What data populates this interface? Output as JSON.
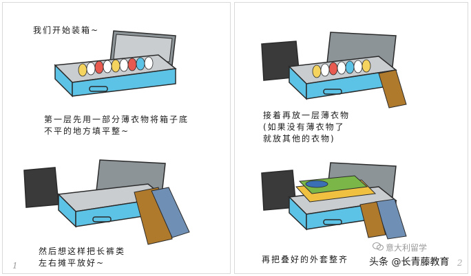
{
  "steps": [
    {
      "caption": "我们开始装箱~"
    },
    {
      "caption": "第一层先用一部分薄衣物将箱子底\n不平的地方填平整~"
    },
    {
      "caption": "接着再放一层薄衣物\n(如果没有薄衣物了\n就放其他的衣物)"
    },
    {
      "caption": "然后想这样把长裤类\n左右摊平放好~"
    },
    {
      "caption": "再把叠好的外套整齐"
    }
  ],
  "page_numbers": {
    "left": "1",
    "right": "2"
  },
  "watermark": {
    "source": "意大利留学",
    "platform": "头条 @长青藤教育",
    "source_icon": "wechat-icon"
  },
  "colors": {
    "suitcase_body": "#5cc3e6",
    "suitcase_lid": "#8d9498",
    "suitcase_lining": "#c9cdd0",
    "pants_brown": "#b07a2c",
    "jeans_blue": "#6f8fb4",
    "outline": "#2a2a2a"
  }
}
